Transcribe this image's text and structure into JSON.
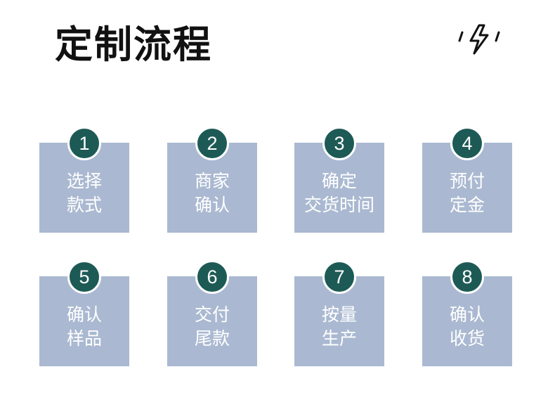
{
  "title": "定制流程",
  "colors": {
    "box": "#aab9d1",
    "badge": "#1d5a56",
    "text": "#ffffff",
    "title": "#111111"
  },
  "decoration_icon": "lightning-icon",
  "steps": [
    {
      "number": "1",
      "line1": "选择",
      "line2": "款式"
    },
    {
      "number": "2",
      "line1": "商家",
      "line2": "确认"
    },
    {
      "number": "3",
      "line1": "确定",
      "line2": "交货时间"
    },
    {
      "number": "4",
      "line1": "预付",
      "line2": "定金"
    },
    {
      "number": "5",
      "line1": "确认",
      "line2": "样品"
    },
    {
      "number": "6",
      "line1": "交付",
      "line2": "尾款"
    },
    {
      "number": "7",
      "line1": "按量",
      "line2": "生产"
    },
    {
      "number": "8",
      "line1": "确认",
      "line2": "收货"
    }
  ]
}
